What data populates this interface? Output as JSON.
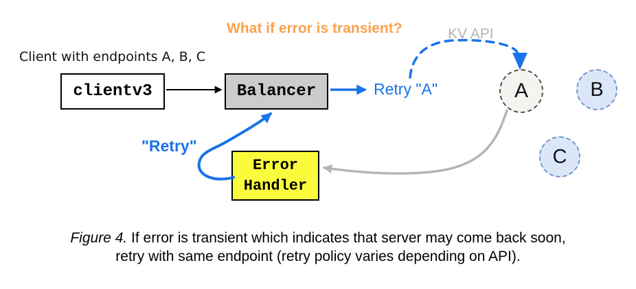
{
  "annotations": {
    "transient_question": "What if error is transient?",
    "kv_api": "KV API",
    "client_endpoints": "Client with endpoints A, B, C",
    "retry_a": "Retry \"A\"",
    "retry_label": "\"Retry\""
  },
  "nodes": {
    "clientv3": "clientv3",
    "balancer": "Balancer",
    "error_handler_line1": "Error",
    "error_handler_line2": "Handler",
    "endpoint_a": "A",
    "endpoint_b": "B",
    "endpoint_c": "C"
  },
  "caption": {
    "figure_label": "Figure 4.",
    "line1_rest": " If error is transient which indicates that server may come back soon,",
    "line2": "retry with same endpoint (retry policy varies depending on API)."
  },
  "colors": {
    "accent_blue": "#1a73e8",
    "accent_orange": "#f9a14d",
    "gray_label": "#b4b4b4",
    "gray_arrow": "#b5b5b5",
    "balancer_fill": "#cccccc",
    "error_handler_fill": "#fbfb3d",
    "endpoint_a_fill": "#f4f4f1",
    "endpoint_a_border": "#4f4f4f",
    "endpoint_bc_fill": "#dbe7f8",
    "endpoint_bc_border": "#7396c9"
  }
}
